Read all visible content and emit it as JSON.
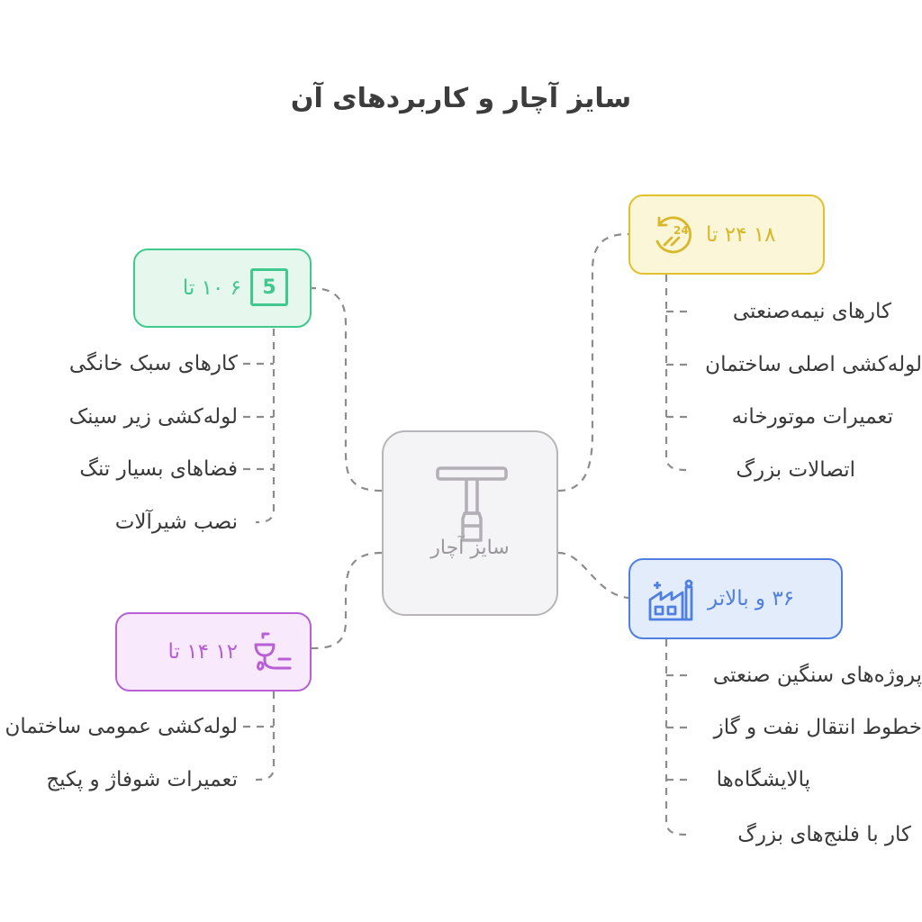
{
  "title": "سایز آچار و کاربردهای آن",
  "center": {
    "label": "سایز آچار",
    "icon": "t-wrench-icon"
  },
  "branches": {
    "size_6_10": {
      "label": "۶ ۱۰ تا",
      "icon": "number-five-icon",
      "icon_text": "5",
      "color": "#40c98c",
      "items": [
        "کارهای سبک خانگی",
        "لوله‌کشی زیر سینک",
        "فضاهای بسیار تنگ",
        "نصب شیرآلات"
      ]
    },
    "size_12_14": {
      "label": "۱۲ ۱۴ تا",
      "icon": "sink-pipe-icon",
      "color": "#b85fd6",
      "items": [
        "لوله‌کشی عمومی ساختمان",
        "تعمیرات شوفاژ و پکیج"
      ]
    },
    "size_18_24": {
      "label": "۱۸ ۲۴ تا",
      "icon": "24-hour-service-icon",
      "color": "#e2c12e",
      "items": [
        "کارهای نیمه‌صنعتی",
        "لوله‌کشی اصلی ساختمان",
        "تعمیرات موتورخانه",
        "اتصالات بزرگ"
      ]
    },
    "size_36_up": {
      "label": "۳۶ و بالاتر",
      "icon": "factory-icon",
      "color": "#4f7fe0",
      "items": [
        "پروژه‌های سنگین صنعتی",
        "خطوط انتقال نفت و گاز",
        "پالایشگاه‌ها",
        "کار با فلنج‌های بزرگ"
      ]
    }
  }
}
